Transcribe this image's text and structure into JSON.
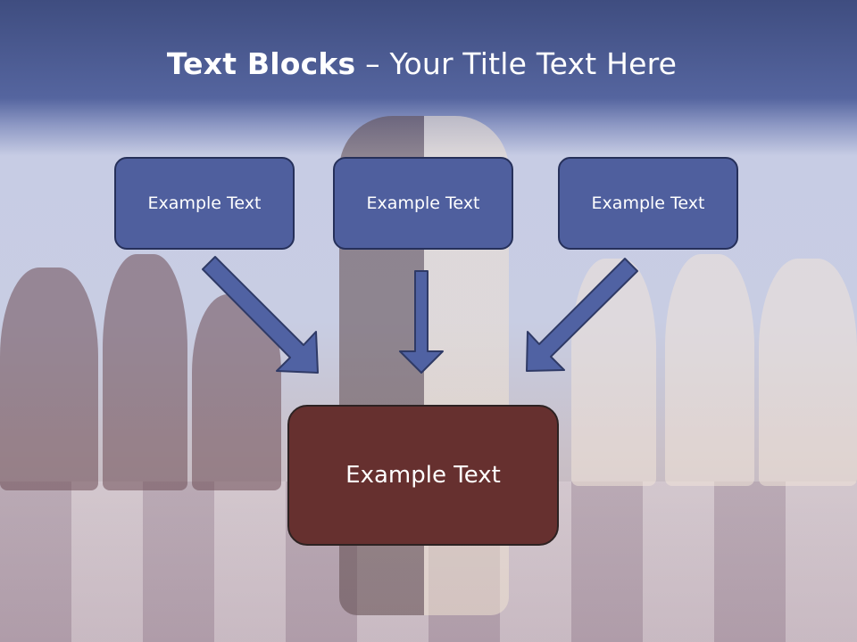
{
  "title": {
    "bold": "Text Blocks",
    "dash": " – ",
    "rest": "Your Title Text Here"
  },
  "blocks": {
    "top_left": "Example Text",
    "top_center": "Example Text",
    "top_right": "Example Text",
    "bottom": "Example Text"
  },
  "colors": {
    "header_band": "#3f4d80",
    "small_box_fill": "#4f5f9e",
    "small_box_border": "#26305a",
    "big_box_fill": "#66302f",
    "arrow_fill": "#5062a3"
  }
}
